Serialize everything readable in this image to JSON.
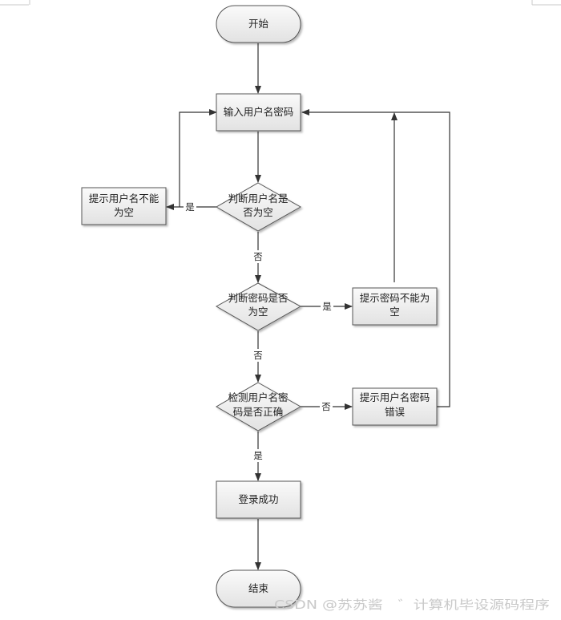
{
  "nodes": {
    "start": "开始",
    "input": "输入用户名密码",
    "check_user_empty": [
      "判断用户名是",
      "否为空"
    ],
    "hint_user_empty": [
      "提示用户名不能",
      "为空"
    ],
    "check_pwd_empty": [
      "判断密码是否",
      "为空"
    ],
    "hint_pwd_empty": [
      "提示密码不能为",
      "空"
    ],
    "check_correct": [
      "检测用户名密",
      "码是否正确"
    ],
    "hint_error": [
      "提示用户名密码",
      "错误"
    ],
    "success": "登录成功",
    "end": "结束"
  },
  "edges": {
    "user_empty_yes": "是",
    "user_empty_no": "否",
    "pwd_empty_yes": "是",
    "pwd_empty_no": "否",
    "correct_no": "否",
    "correct_yes": "是"
  },
  "watermark": "CSDN @苏苏酱　゛计算机毕设源码程序",
  "colors": {
    "box_fill_light": "#f7f7f7",
    "box_fill_dark": "#e4e4e4",
    "stroke": "#555555",
    "line": "#333333"
  }
}
